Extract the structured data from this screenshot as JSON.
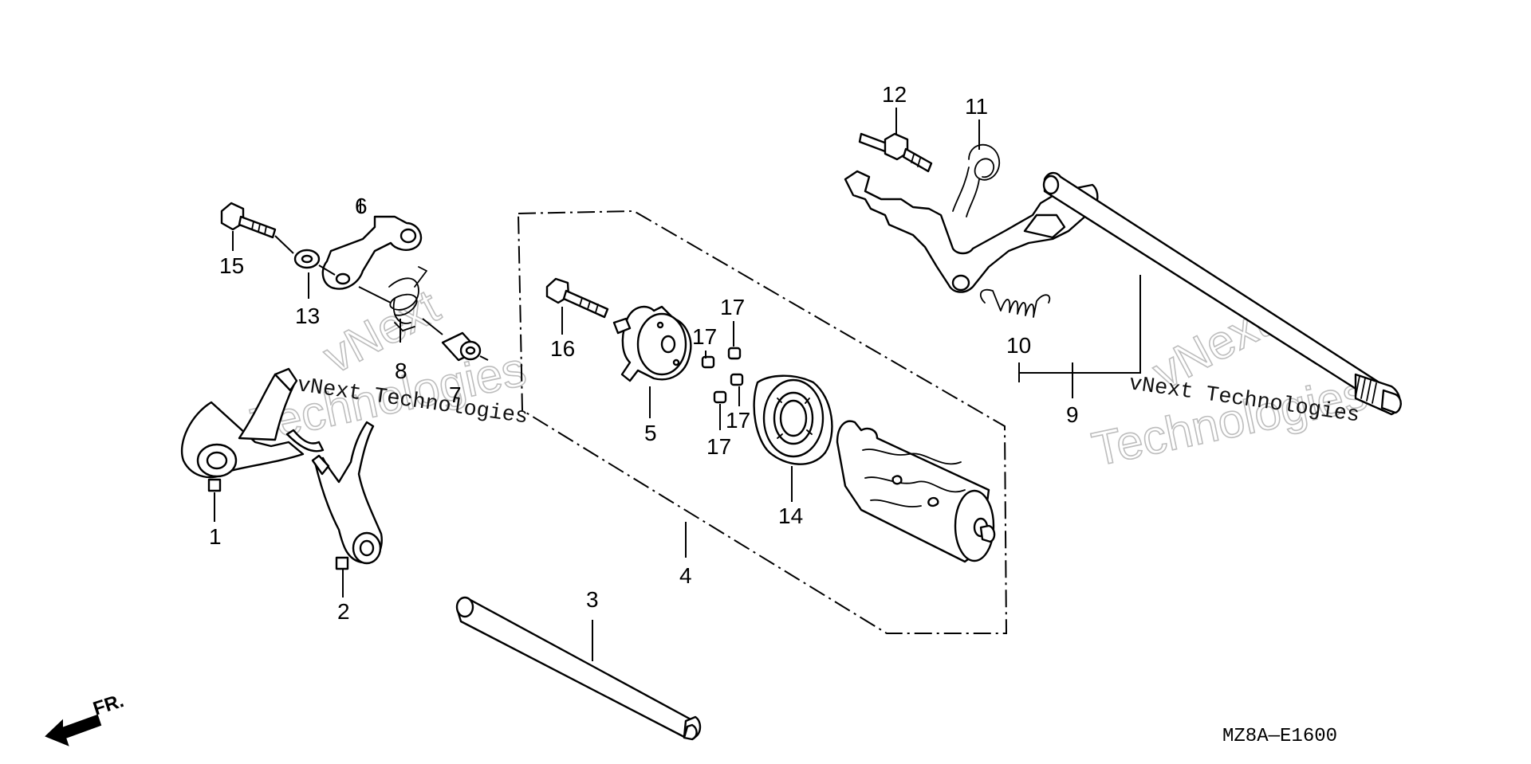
{
  "callouts": [
    {
      "id": "1",
      "label": "1"
    },
    {
      "id": "2",
      "label": "2"
    },
    {
      "id": "3",
      "label": "3"
    },
    {
      "id": "4",
      "label": "4"
    },
    {
      "id": "5",
      "label": "5"
    },
    {
      "id": "6",
      "label": "6"
    },
    {
      "id": "7",
      "label": "7"
    },
    {
      "id": "8",
      "label": "8"
    },
    {
      "id": "9",
      "label": "9"
    },
    {
      "id": "10",
      "label": "10"
    },
    {
      "id": "11",
      "label": "11"
    },
    {
      "id": "12",
      "label": "12"
    },
    {
      "id": "13",
      "label": "13"
    },
    {
      "id": "14",
      "label": "14"
    },
    {
      "id": "15",
      "label": "15"
    },
    {
      "id": "16",
      "label": "16"
    },
    {
      "id": "17a",
      "label": "17"
    },
    {
      "id": "17b",
      "label": "17"
    },
    {
      "id": "17c",
      "label": "17"
    },
    {
      "id": "17d",
      "label": "17"
    }
  ],
  "front_arrow": {
    "label": "FR."
  },
  "diagram_code": "MZ8A—E1600",
  "watermark": {
    "brand": "vNext",
    "line1": "vNext Technologies",
    "line2": "Technologies"
  },
  "colors": {
    "ink": "#000000",
    "watermark": "#bdbdbd",
    "background": "#ffffff"
  }
}
